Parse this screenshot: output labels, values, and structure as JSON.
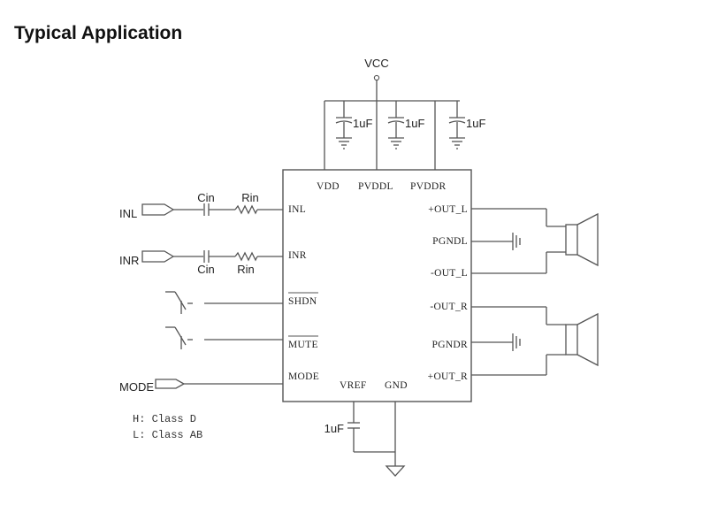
{
  "title": "Typical Application",
  "supply_label": "VCC",
  "capacitor_labels": {
    "decoupling_1": "1uF",
    "decoupling_2": "1uF",
    "decoupling_3": "1uF",
    "vref_cap": "1uF",
    "cin_left": "Cin",
    "cin_right": "Cin",
    "rin_left": "Rin",
    "rin_right": "Rin"
  },
  "inputs": {
    "inl": "INL",
    "inr": "INR",
    "mode": "MODE"
  },
  "chip_pins": {
    "vdd": "VDD",
    "pvddl": "PVDDL",
    "pvddr": "PVDDR",
    "inl": "INL",
    "inr": "INR",
    "shdn": "SHDN",
    "mute": "MUTE",
    "mode": "MODE",
    "vref": "VREF",
    "gnd": "GND",
    "out_l_pos": "+OUT_L",
    "pgndl": "PGNDL",
    "out_l_neg": "-OUT_L",
    "out_r_neg": "-OUT_R",
    "pgndr": "PGNDR",
    "out_r_pos": "+OUT_R"
  },
  "mode_notes": {
    "high": "H: Class D",
    "low": "L: Class AB"
  }
}
